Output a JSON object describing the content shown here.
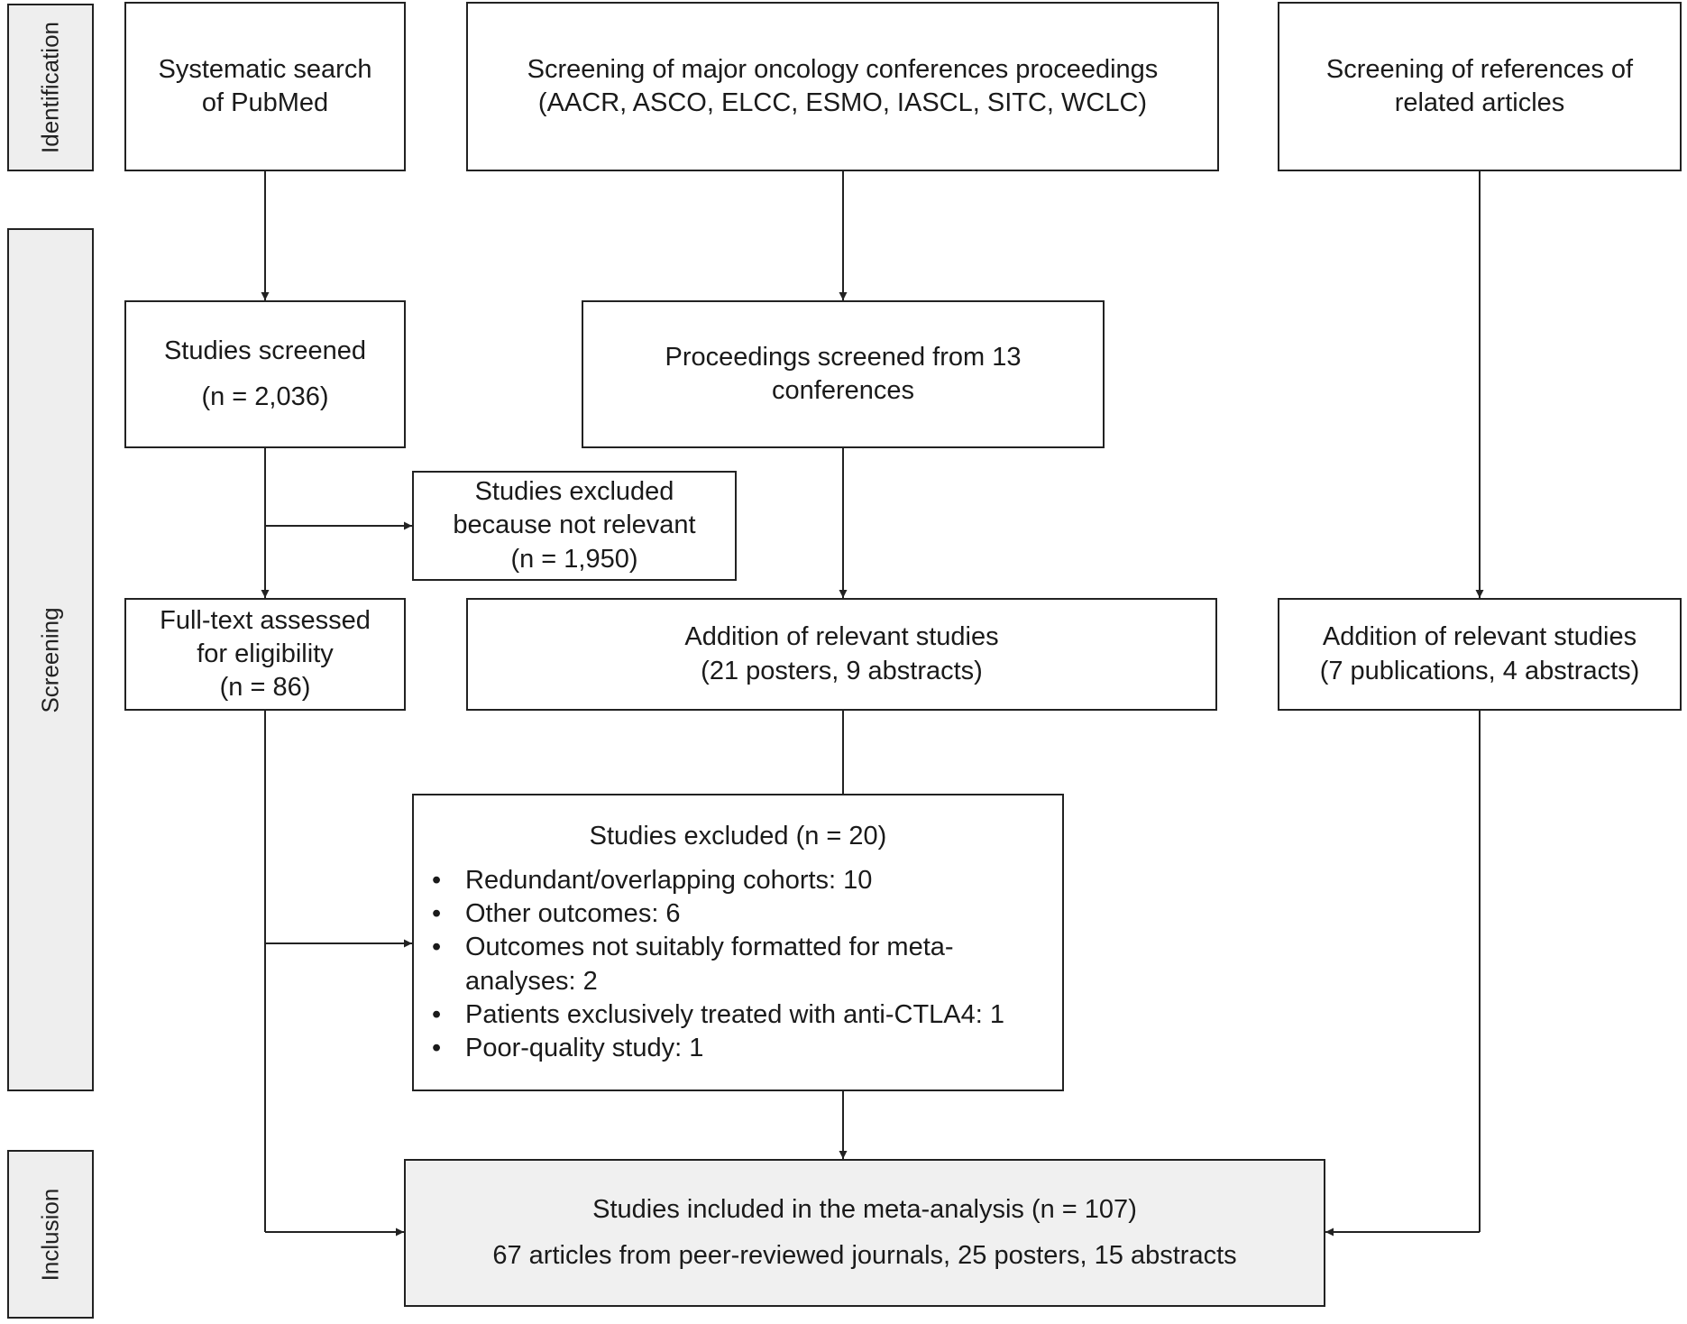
{
  "stages": {
    "identification": "Identification",
    "screening": "Screening",
    "inclusion": "Inclusion"
  },
  "identification": {
    "pubmed": [
      "Systematic search",
      "of PubMed"
    ],
    "conferences": [
      "Screening of major oncology conferences proceedings",
      "(AACR, ASCO, ELCC, ESMO, IASCL, SITC, WCLC)"
    ],
    "references": [
      "Screening of references of",
      "related articles"
    ]
  },
  "screening": {
    "studies_screened": [
      "Studies screened",
      "(n = 2,036)"
    ],
    "proceedings_screened": [
      "Proceedings screened from 13",
      "conferences"
    ],
    "excluded_not_relevant": [
      "Studies excluded",
      "because not relevant",
      "(n = 1,950)"
    ],
    "fulltext_assessed": [
      "Full-text assessed",
      "for eligibility",
      "(n = 86)"
    ],
    "addition_conferences": [
      "Addition of relevant studies",
      "(21 posters, 9 abstracts)"
    ],
    "addition_references": [
      "Addition of relevant studies",
      "(7 publications, 4 abstracts)"
    ],
    "excluded_20": {
      "title": "Studies excluded (n = 20)",
      "reasons": [
        "Redundant/overlapping cohorts: 10",
        "Other outcomes: 6",
        "Outcomes not suitably formatted for meta-analyses: 2",
        "Patients exclusively treated with anti-CTLA4: 1",
        "Poor-quality study: 1"
      ]
    }
  },
  "inclusion": {
    "included": [
      "Studies included in the meta-analysis (n = 107)",
      "67 articles from peer-reviewed journals, 25 posters, 15 abstracts"
    ]
  }
}
